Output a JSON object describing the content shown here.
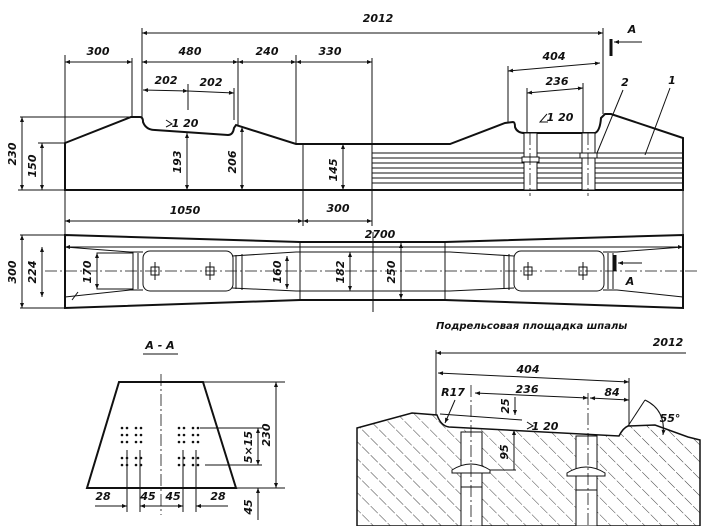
{
  "elevation": {
    "dims": {
      "total_span": "2012",
      "left_end": "300",
      "seat_len": "480",
      "slope_len": "240",
      "mid_len": "330",
      "half_a": "202",
      "half_b": "202",
      "seat_width_r": "404",
      "bolt_spacing_r": "236",
      "height_total": "230",
      "height_end": "150",
      "seat_depth": "193",
      "seat_edge": "206",
      "mid_height": "145",
      "half_length": "1050",
      "mid_half": "300",
      "length": "2700"
    },
    "incline": "1 20",
    "incline_r": "1 20",
    "callouts": [
      "1",
      "2"
    ],
    "section_mark": "A"
  },
  "plan": {
    "dims": {
      "width_end": "300",
      "inner_end": "224",
      "seat_width": "170",
      "neck": "160",
      "mid_inner": "182",
      "mid_outer": "250"
    }
  },
  "section": {
    "title": "A - A",
    "dims": {
      "height": "230",
      "wire_grid": "5×15",
      "bottom_offset": "45",
      "left_edge": "28",
      "left_center": "45",
      "right_center": "45",
      "right_edge": "28"
    }
  },
  "detail": {
    "title": "Подрельсовая площадка шпалы",
    "dims": {
      "span": "2012",
      "seat": "404",
      "bolts": "236",
      "edge": "84",
      "radius": "R17",
      "depth_top": "25",
      "depth_bolt": "95",
      "angle": "55°"
    },
    "incline": "1 20"
  }
}
